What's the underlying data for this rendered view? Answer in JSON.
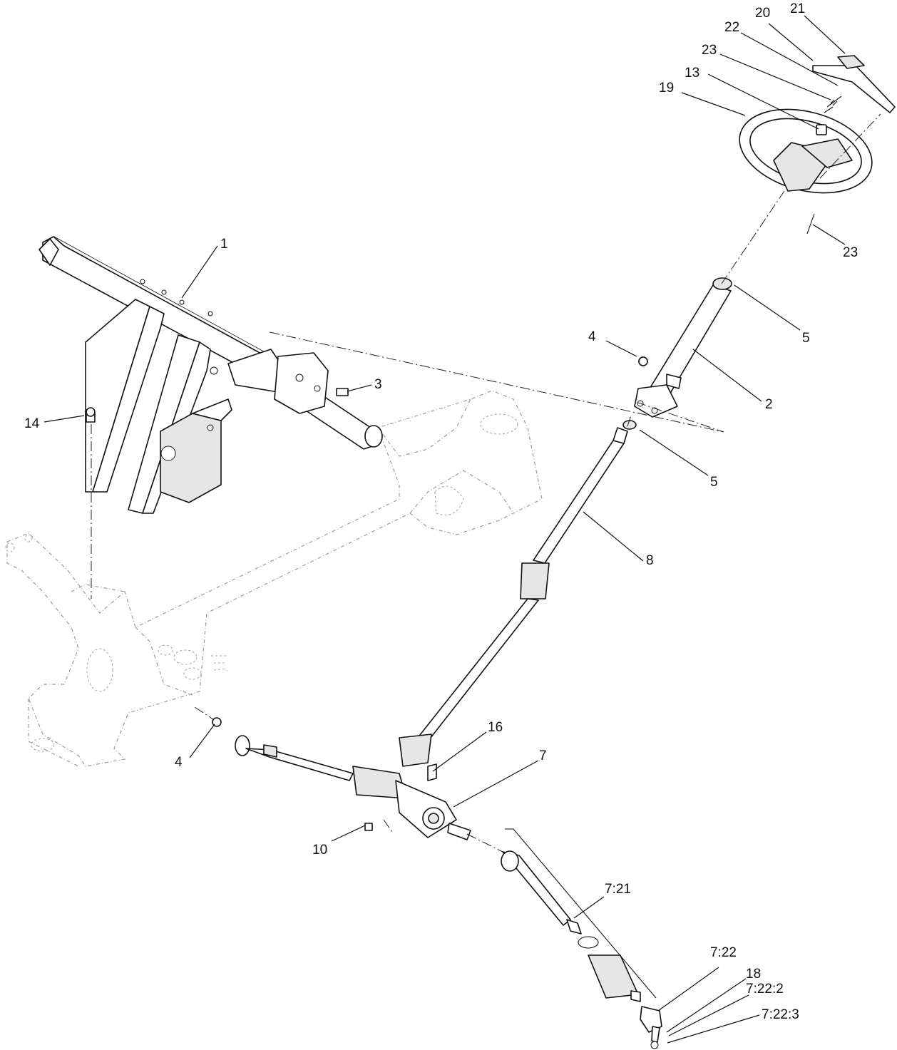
{
  "callouts": {
    "c1": "1",
    "c2": "2",
    "c3": "3",
    "c4a": "4",
    "c4b": "4",
    "c5a": "5",
    "c5b": "5",
    "c7": "7",
    "c7_21": "7:21",
    "c7_22": "7:22",
    "c7_22_2": "7:22:2",
    "c7_22_3": "7:22:3",
    "c8": "8",
    "c10": "10",
    "c13": "13",
    "c14": "14",
    "c16": "16",
    "c18": "18",
    "c19": "19",
    "c20": "20",
    "c21": "21",
    "c22": "22",
    "c23a": "23",
    "c23b": "23"
  }
}
